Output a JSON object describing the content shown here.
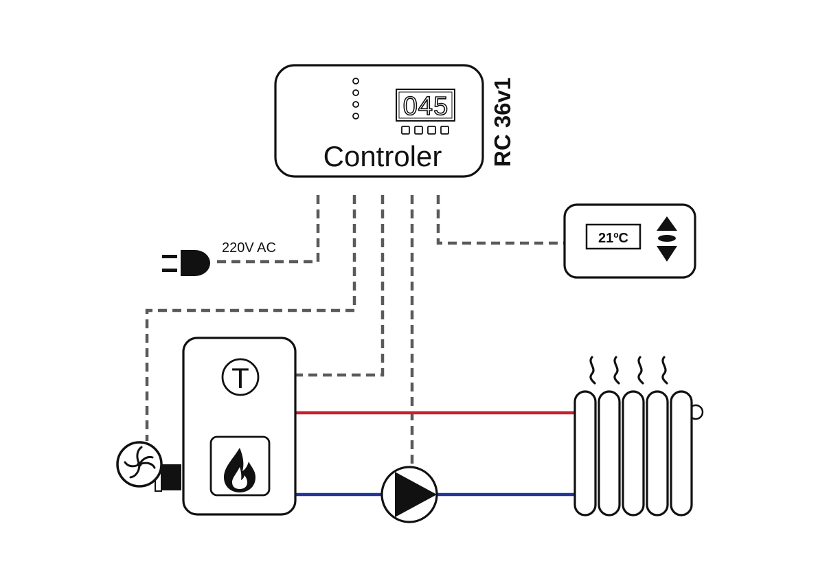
{
  "controller": {
    "label": "Controler",
    "model": "RC 36v1",
    "display_value": "045"
  },
  "power": {
    "label": "220V AC"
  },
  "thermostat": {
    "display": "21ºC"
  },
  "boiler": {
    "sensor_symbol": "T"
  },
  "colors": {
    "supply_pipe": "#c8202f",
    "return_pipe": "#22339a",
    "signal_line": "#5a5a5a",
    "outline": "#111111"
  },
  "icons": [
    "plug-icon",
    "fan-icon",
    "thermometer-sensor-icon",
    "flame-icon",
    "pump-icon",
    "radiator-icon",
    "heat-wave-icon",
    "up-arrow-icon",
    "down-arrow-icon"
  ]
}
